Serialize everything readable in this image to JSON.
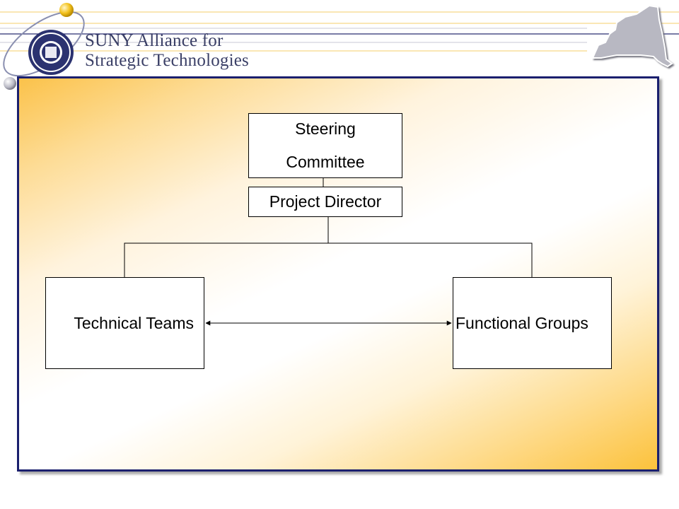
{
  "header": {
    "brand_line1": "SUNY Alliance for",
    "brand_line2": "Strategic Technologies",
    "seal_icon": "suny-seal-icon",
    "map_icon": "new-york-state-map-icon",
    "colors": {
      "brand_text": "#3a3f66",
      "panel_border": "#1a1f6e",
      "accent_gold": "#f6c02a"
    }
  },
  "org_chart": {
    "nodes": [
      {
        "id": "steering",
        "lines": [
          "Steering",
          "Committee"
        ]
      },
      {
        "id": "director",
        "label": "Project Director"
      },
      {
        "id": "technical",
        "label": "Technical Teams"
      },
      {
        "id": "functional",
        "label": "Functional Groups"
      }
    ],
    "edges": [
      {
        "from": "steering",
        "to": "director",
        "type": "line"
      },
      {
        "from": "director",
        "to": "technical",
        "type": "elbow"
      },
      {
        "from": "director",
        "to": "functional",
        "type": "elbow"
      },
      {
        "from": "technical",
        "to": "functional",
        "type": "double-arrow"
      }
    ]
  }
}
